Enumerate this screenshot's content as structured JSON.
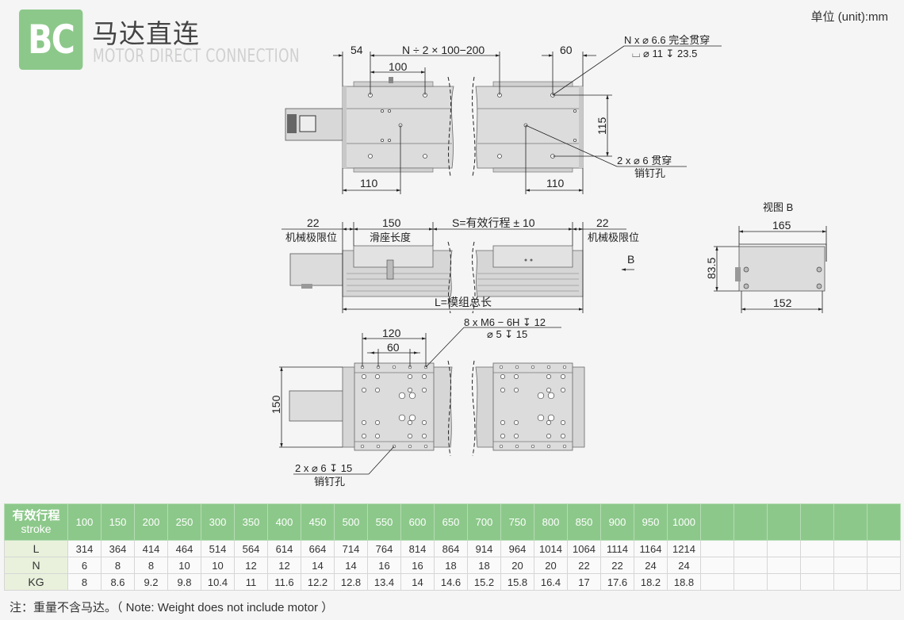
{
  "header": {
    "logo_badge": "BC",
    "title_cn": "马达直连",
    "title_en": "MOTOR DIRECT CONNECTION",
    "unit": "单位 (unit):mm"
  },
  "drawing": {
    "top_view": {
      "dim_54": "54",
      "dim_pitch": "N ÷ 2 × 100−200",
      "dim_60": "60",
      "dim_100": "100",
      "dim_115": "115",
      "dim_110_left": "110",
      "dim_110_right": "110",
      "callout_holes_1": "N x ⌀ 6.6 完全贯穿",
      "callout_holes_2": "⌴ ⌀ 11 ↧ 23.5",
      "callout_pin_1": "2 x  ⌀ 6 贯穿",
      "callout_pin_2": "销钉孔"
    },
    "side_view": {
      "dim_22_left": "22",
      "label_left_limit": "机械极限位",
      "dim_150": "150",
      "label_slider": "滑座长度",
      "dim_stroke": "S=有效行程 ± 10",
      "dim_22_right": "22",
      "label_right_limit": "机械极限位",
      "view_arrow_label": "B",
      "dim_total": "L=模组总长"
    },
    "view_b": {
      "title": "视图 B",
      "dim_165": "165",
      "dim_83_5": "83.5",
      "dim_152": "152"
    },
    "slider_view": {
      "dim_120": "120",
      "dim_60": "60",
      "dim_150": "150",
      "callout_thread_1": "8 x  M6 − 6H ↧ 12",
      "callout_thread_2": "⌀ 5  ↧ 15",
      "callout_pin_1": "2 x ⌀ 6  ↧ 15",
      "callout_pin_2": "销钉孔"
    }
  },
  "table": {
    "header_cn": "有效行程",
    "header_en": "stroke",
    "strokes": [
      "100",
      "150",
      "200",
      "250",
      "300",
      "350",
      "400",
      "450",
      "500",
      "550",
      "600",
      "650",
      "700",
      "750",
      "800",
      "850",
      "900",
      "950",
      "1000",
      "",
      "",
      "",
      "",
      "",
      ""
    ],
    "rows": [
      {
        "label": "L",
        "values": [
          "314",
          "364",
          "414",
          "464",
          "514",
          "564",
          "614",
          "664",
          "714",
          "764",
          "814",
          "864",
          "914",
          "964",
          "1014",
          "1064",
          "1114",
          "1164",
          "1214",
          "",
          "",
          "",
          "",
          "",
          ""
        ]
      },
      {
        "label": "N",
        "values": [
          "6",
          "8",
          "8",
          "10",
          "10",
          "12",
          "12",
          "14",
          "14",
          "16",
          "16",
          "18",
          "18",
          "20",
          "20",
          "22",
          "22",
          "24",
          "24",
          "",
          "",
          "",
          "",
          "",
          ""
        ]
      },
      {
        "label": "KG",
        "values": [
          "8",
          "8.6",
          "9.2",
          "9.8",
          "10.4",
          "11",
          "11.6",
          "12.2",
          "12.8",
          "13.4",
          "14",
          "14.6",
          "15.2",
          "15.8",
          "16.4",
          "17",
          "17.6",
          "18.2",
          "18.8",
          "",
          "",
          "",
          "",
          "",
          ""
        ]
      }
    ]
  },
  "note": "注：重量不含马达。（ Note: Weight does not include motor ）",
  "colors": {
    "accent_green": "#8cc88a",
    "row_head_bg": "#e9f1dc",
    "logo_en_gray": "#d0d0d0"
  }
}
